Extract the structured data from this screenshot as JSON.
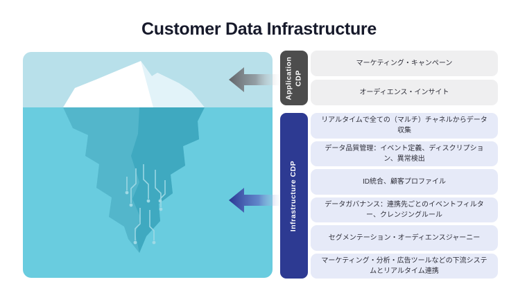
{
  "title": "Customer Data Infrastructure",
  "iceberg": {
    "description": "iceberg-illustration",
    "colors": {
      "sky": "#b8e0ea",
      "water": "#69ccdf",
      "iceberg_above": "#ffffff",
      "iceberg_facet": "#e2f3f9",
      "iceberg_below": "#53b6cb",
      "iceberg_below_dark": "#3fa9c0",
      "circuit_lines": "#9ed9e5"
    }
  },
  "arrows": {
    "application": {
      "direction": "left",
      "color": "#62666b"
    },
    "infrastructure": {
      "direction": "left",
      "color": "#2a3894"
    }
  },
  "sections": [
    {
      "id": "application-cdp",
      "label": "Application CDP",
      "label_bg": "#4d4d4d",
      "row_bg": "#efeff0",
      "rows": [
        {
          "text": "マーケティング・キャンペーン"
        },
        {
          "text": "オーディエンス・インサイト"
        }
      ]
    },
    {
      "id": "infrastructure-cdp",
      "label": "Infrastructure CDP",
      "label_bg": "#2d3a92",
      "row_bg": "#e6eaf8",
      "rows": [
        {
          "text": "リアルタイムで全ての（マルチ）チャネルからデータ収集"
        },
        {
          "text": "データ品質管理：イベント定義、ディスクリプション、異常検出"
        },
        {
          "text": "ID統合、顧客プロファイル"
        },
        {
          "text": "データガバナンス：連携先ごとのイベントフィルター、クレンジングルール"
        },
        {
          "text": "セグメンテーション・オーディエンスジャーニー"
        },
        {
          "text": "マーケティング・分析・広告ツールなどの下流システムとリアルタイム連携"
        }
      ]
    }
  ],
  "text_colors": {
    "title": "#171a2b",
    "row_text": "#2e2e38"
  }
}
